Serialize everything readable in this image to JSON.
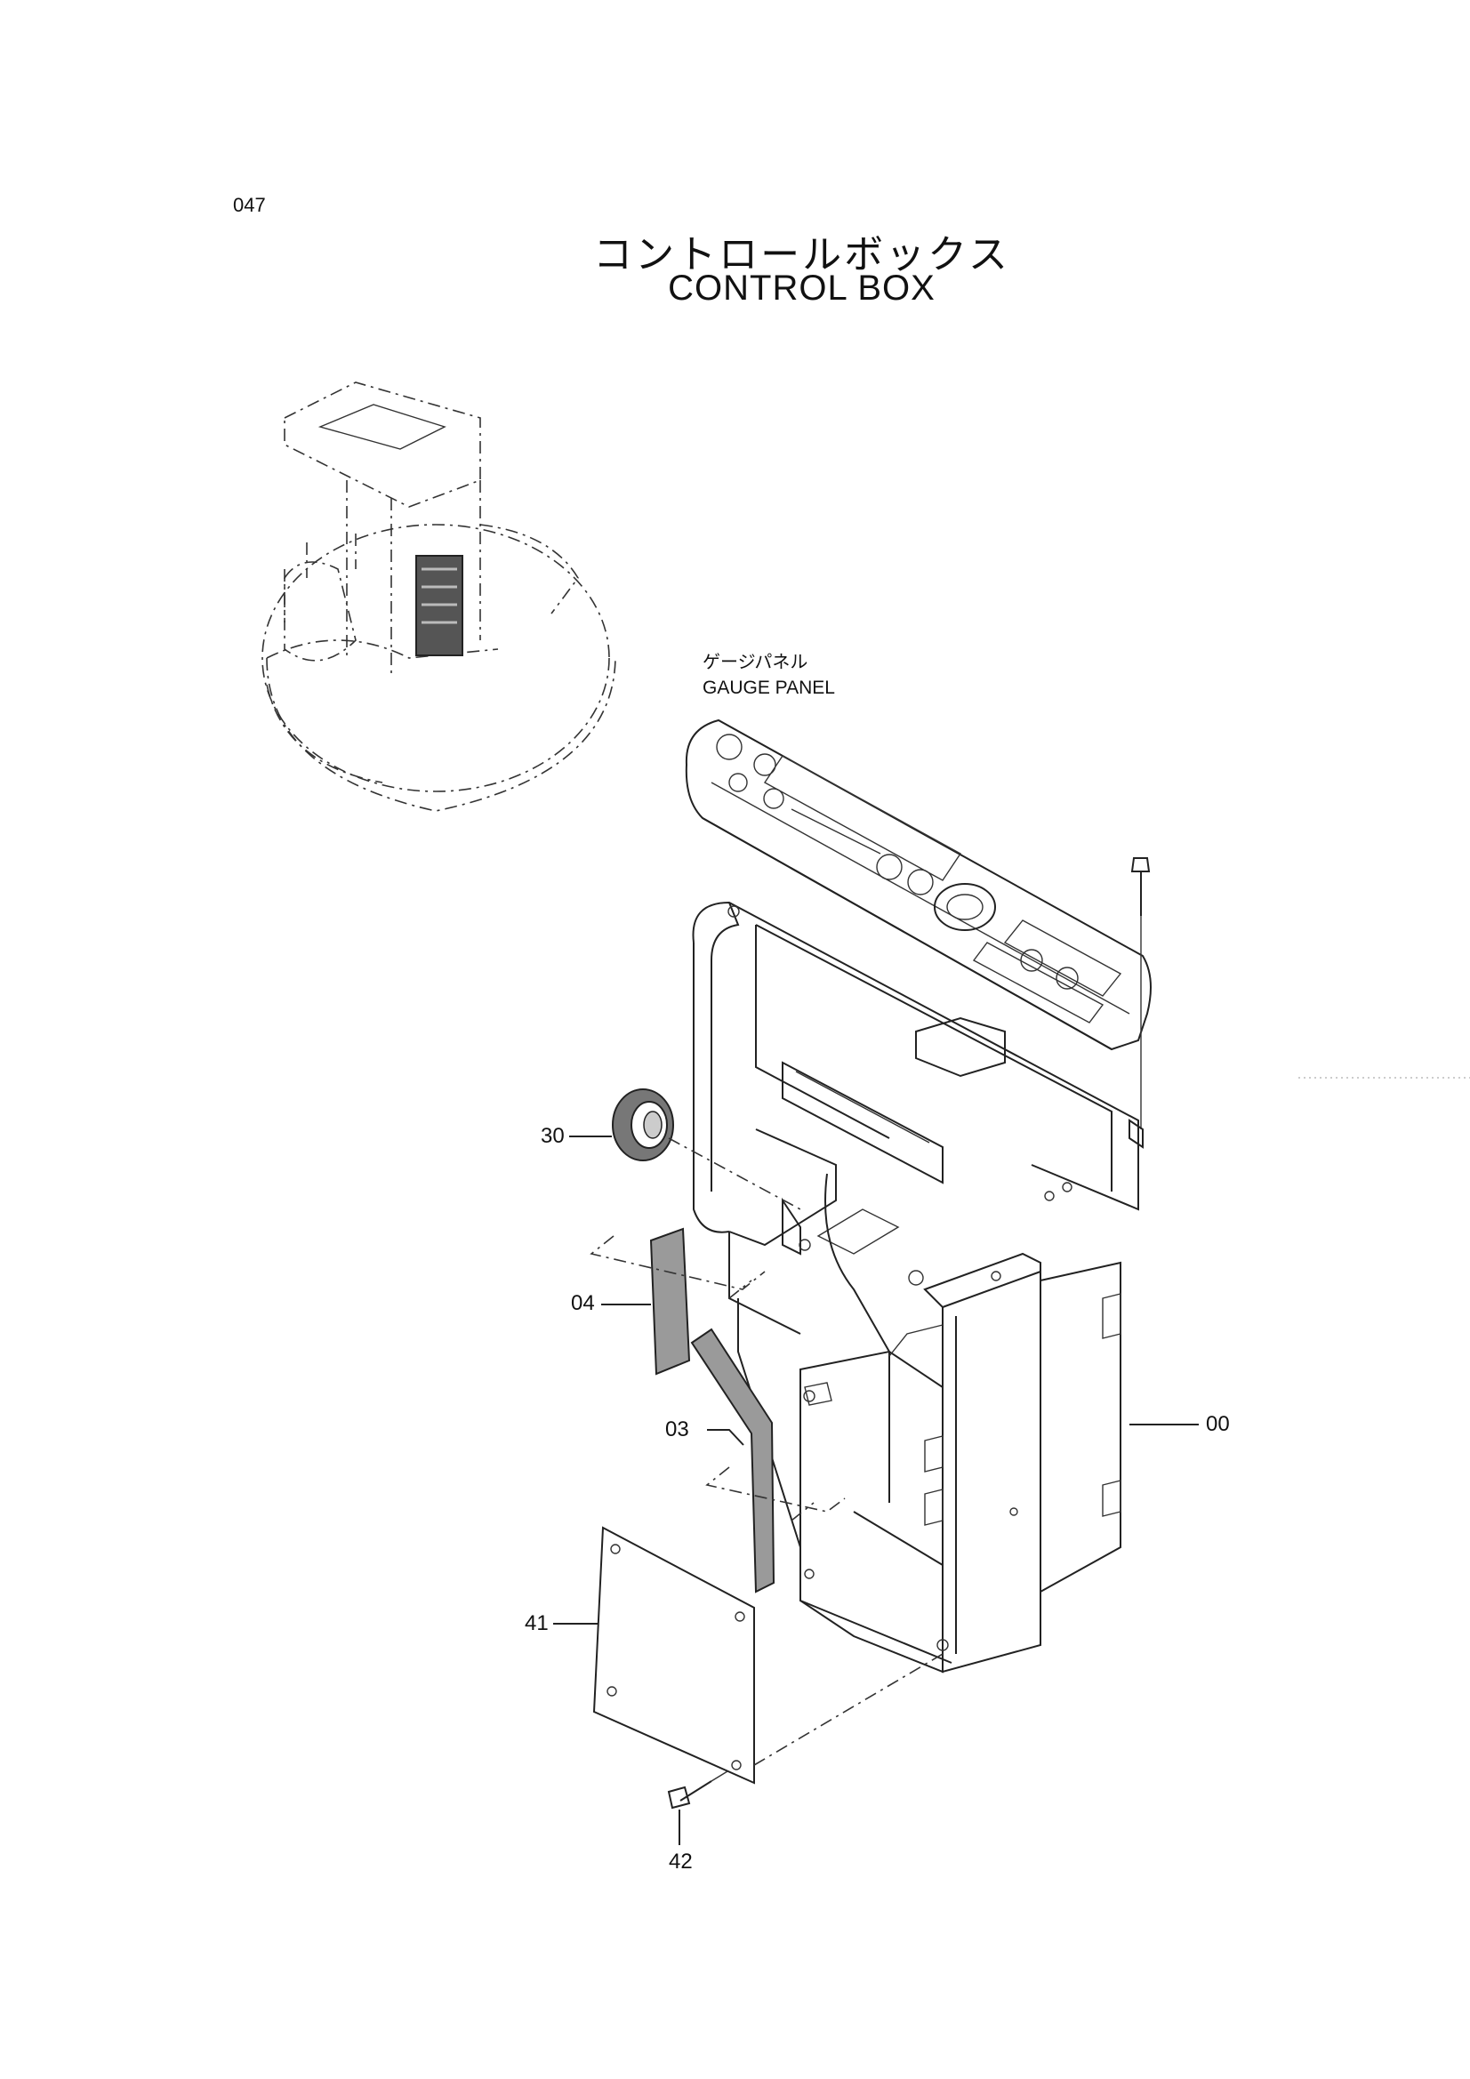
{
  "page": {
    "number": "047",
    "title_jp": "コントロールボックス",
    "title_en": "CONTROL BOX"
  },
  "gauge_panel": {
    "label_jp": "ゲージパネル",
    "label_en": "GAUGE PANEL"
  },
  "callouts": {
    "c30": "30",
    "c04": "04",
    "c03": "03",
    "c00": "00",
    "c41": "41",
    "c42": "42"
  }
}
